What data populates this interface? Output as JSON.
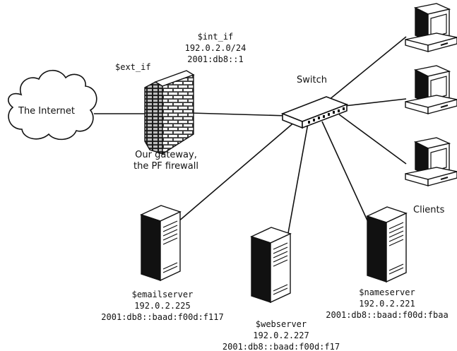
{
  "internet": {
    "label": "The Internet"
  },
  "gateway": {
    "ext_if": "$ext_if",
    "int_if": "$int_if",
    "int_ipv4": "192.0.2.0/24",
    "int_ipv6": "2001:db8::1",
    "caption_line1": "Our gateway,",
    "caption_line2": "the PF firewall"
  },
  "switch": {
    "label": "Switch"
  },
  "clients": {
    "label": "Clients"
  },
  "servers": {
    "email": {
      "name": "$emailserver",
      "ipv4": "192.0.2.225",
      "ipv6": "2001:db8::baad:f00d:f117"
    },
    "web": {
      "name": "$webserver",
      "ipv4": "192.0.2.227",
      "ipv6": "2001:db8::baad:f00d:f17"
    },
    "name": {
      "name": "$nameserver",
      "ipv4": "192.0.2.221",
      "ipv6": "2001:db8::baad:f00d:fbaa"
    }
  },
  "colors": {
    "ink": "#111111",
    "device_fill": "#ffffff",
    "shade": "#3a3a3a"
  }
}
